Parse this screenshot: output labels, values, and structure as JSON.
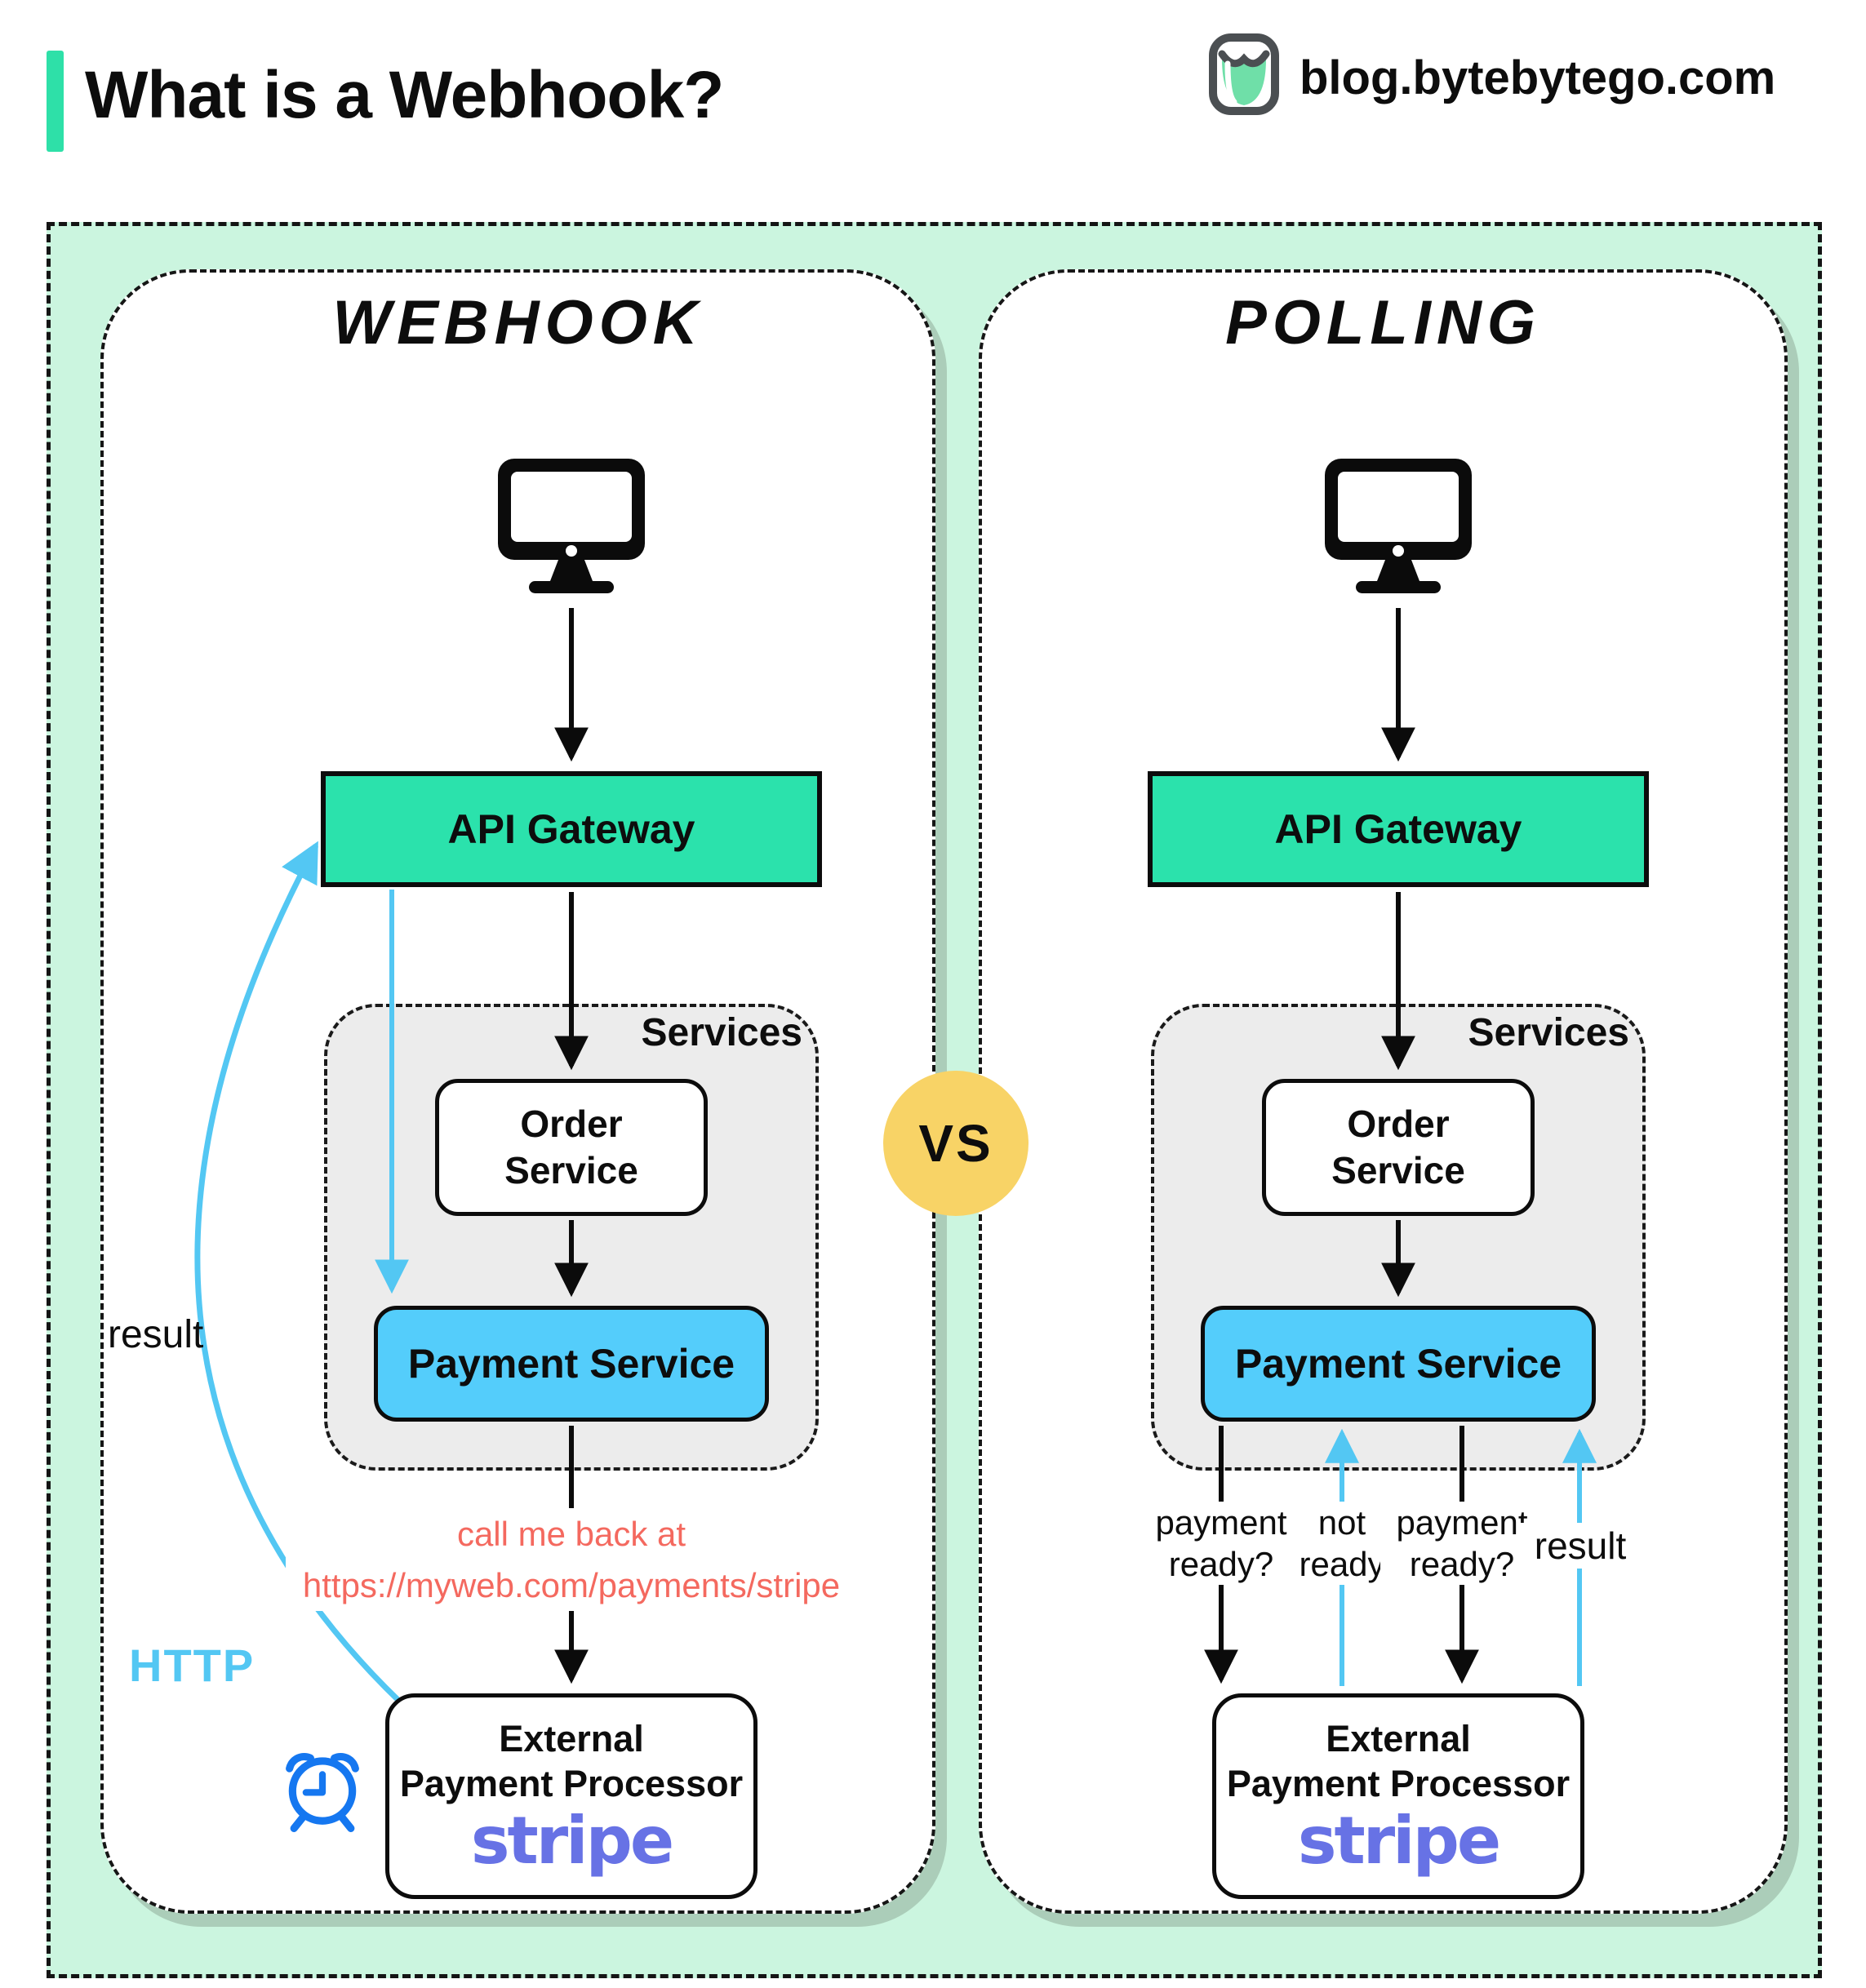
{
  "header": {
    "title": "What is a Webhook?",
    "site": "blog.bytebytego.com",
    "logo_icon": "bytebytego-logo"
  },
  "vs_badge": "VS",
  "webhook": {
    "title": "Webhook",
    "client_icon": "desktop-computer",
    "api_gateway": "API Gateway",
    "services_label": "Services",
    "order_service": "Order Service",
    "payment_service": "Payment Service",
    "callback_note_line1": "call me back at",
    "callback_note_line2": "https://myweb.com/payments/stripe",
    "external_line1": "External",
    "external_line2": "Payment Processor",
    "processor_brand": "stripe",
    "result_label": "result",
    "http_label": "HTTP"
  },
  "polling": {
    "title": "Polling",
    "client_icon": "desktop-computer",
    "api_gateway": "API Gateway",
    "services_label": "Services",
    "order_service": "Order Service",
    "payment_service": "Payment Service",
    "poll_label_1": "payment ready?",
    "poll_label_2": "not ready",
    "poll_label_3": "payment ready?",
    "poll_label_4": "result",
    "external_line1": "External",
    "external_line2": "Payment Processor",
    "processor_brand": "stripe"
  },
  "colors": {
    "accent_teal": "#2be2ac",
    "mint_background": "#cbf5df",
    "payment_blue": "#54cdfb",
    "arrow_blue": "#53c7f3",
    "note_red": "#f4695f",
    "stripe_purple": "#6772e5",
    "vs_yellow": "#f8d366",
    "clock_blue": "#1577f0"
  }
}
